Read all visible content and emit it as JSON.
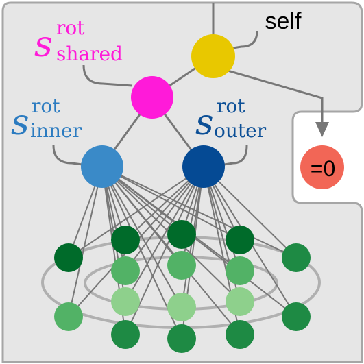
{
  "labels": {
    "self": "self",
    "zero": "=0",
    "shared": {
      "base": "s",
      "sup": "rot",
      "sub": "shared"
    },
    "inner": {
      "base": "s",
      "sup": "rot",
      "sub": "inner"
    },
    "outer": {
      "base": "s",
      "sup": "rot",
      "sub": "outer"
    }
  },
  "colors": {
    "panel": "#e6e6e6",
    "panel_border": "#a6a6a6",
    "edge": "#777777",
    "self_node": "#e8c800",
    "shared_node": "#ff1ad9",
    "shared_text": "#ff1ad9",
    "inner_node": "#3a8ac8",
    "inner_text": "#2b7bc0",
    "outer_node": "#054a94",
    "outer_text": "#0c4f96",
    "zero_node": "#f26656",
    "ring": "#b0b0b0"
  },
  "green_shades": [
    "#006b2a",
    "#1e8a44",
    "#52b266",
    "#8ed08c"
  ]
}
